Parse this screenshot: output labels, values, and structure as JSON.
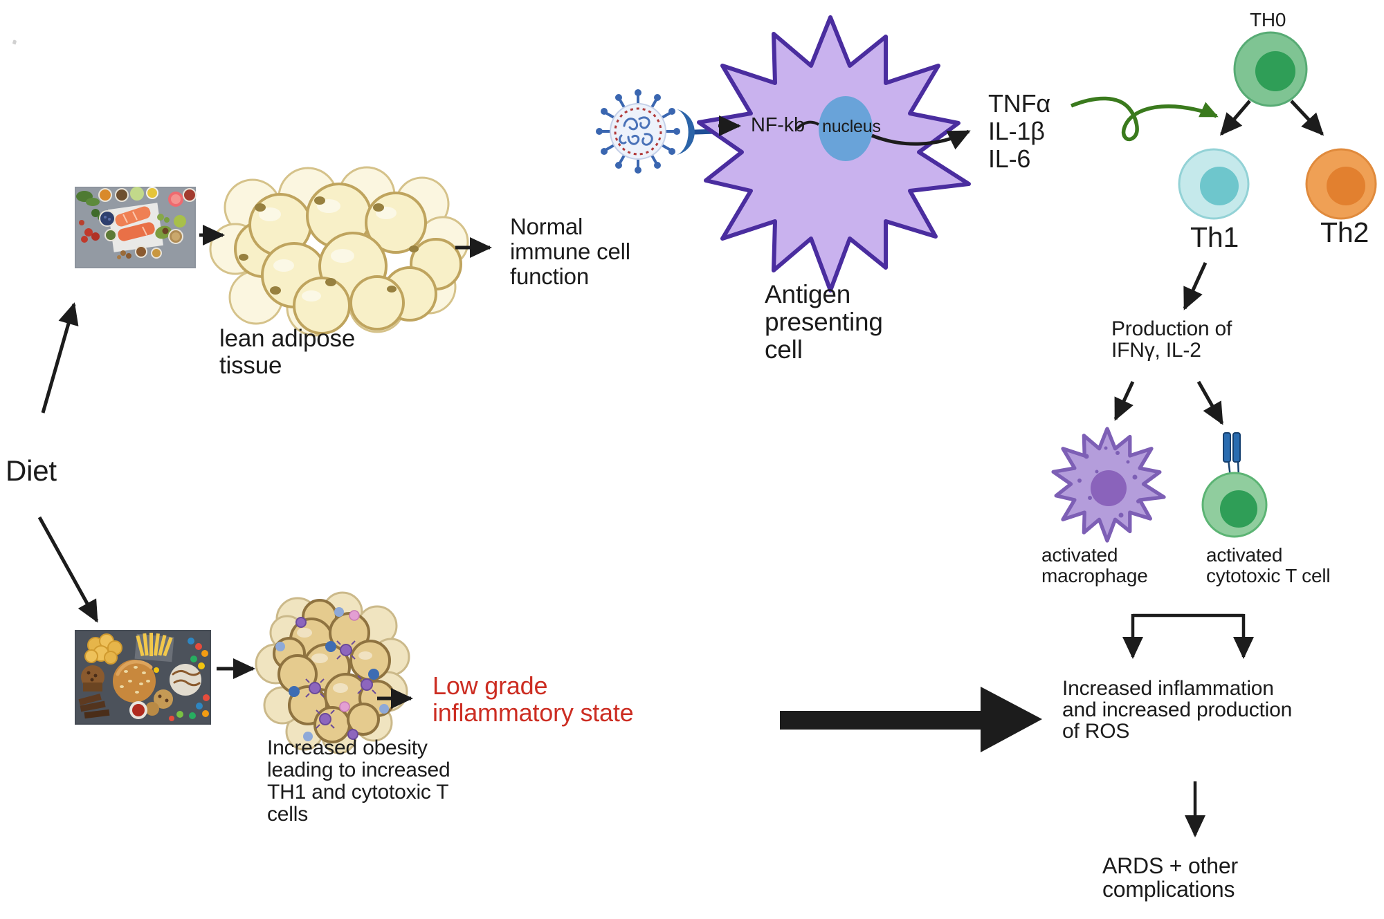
{
  "labels": {
    "diet": "Diet",
    "lean_adipose": "lean adipose\ntissue",
    "normal_immune": "Normal\nimmune cell\nfunction",
    "nfkb": "NF-kb",
    "nucleus": "nucleus",
    "cytokines": "TNFα\nIL-1β\nIL-6",
    "apc": "Antigen\npresenting\ncell",
    "th0": "TH0",
    "th1": "Th1",
    "th2": "Th2",
    "production": "Production of\nIFNγ, IL-2",
    "activated_macrophage": "activated\nmacrophage",
    "activated_cytotoxic": "activated\ncytotoxic T cell",
    "low_grade": "Low grade\ninflammatory state",
    "increased_obesity": "Increased obesity\nleading to increased\nTH1 and cytotoxic T\ncells",
    "inflammation_ros": "Increased inflammation\nand increased production\nof ROS",
    "ards": "ARDS + other\ncomplications"
  },
  "colors": {
    "background": "#ffffff",
    "text": "#1b1b1b",
    "highlight_text": "#cc2d22",
    "arrow": "#1c1c1c",
    "green_arrow": "#3a7a1d",
    "apc_fill": "#c9b2ee",
    "apc_stroke": "#4a2d9f",
    "apc_nucleus": "#69a3d9",
    "th0_fill": "#7fc493",
    "th1_fill": "#c5e9eb",
    "th2_fill": "#efa055",
    "macrophage_fill": "#b49ddb",
    "cytotoxic_fill": "#90cd9e",
    "receptor_blue": "#2b64a8",
    "lean_adipose_fill": "#f8f0c8",
    "obese_adipose_fill": "#e5cb8e"
  },
  "illustrations": {
    "healthy_food_photo": "photo of healthy foods: salmon, vegetables, fruit, grain bowls",
    "junk_food_photo": "photo of junk food: burger, fries, chips, sweets, candy",
    "lean_adipose_tissue": "cluster of pale yellow fat cells",
    "obese_adipose_tissue": "cluster of tan fat cells with infiltrating immune cells",
    "virus": "coronavirus particle bound to cell receptor",
    "antigen_presenting_cell": "large purple spiky antigen presenting cell with blue nucleus",
    "th0_cell": "green naive T helper cell",
    "th1_cell": "teal Th1 cell",
    "th2_cell": "orange Th2 cell",
    "activated_macrophage": "purple spiky macrophage",
    "activated_cytotoxic_t_cell": "green T cell with blue T-cell receptor"
  }
}
